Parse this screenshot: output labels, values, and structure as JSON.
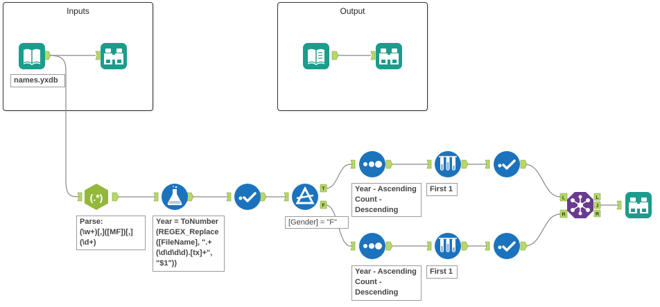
{
  "containers": {
    "inputs": {
      "title": "Inputs"
    },
    "output": {
      "title": "Output"
    }
  },
  "tools": {
    "input_data": {
      "icon": "book-icon",
      "color": "#1c9c8c"
    },
    "browse_inputs": {
      "icon": "binoculars-icon",
      "color": "#1c9c8c"
    },
    "dynamic_input": {
      "icon": "open-book-icon",
      "color": "#1c9c8c"
    },
    "browse_output": {
      "icon": "binoculars-icon",
      "color": "#1c9c8c"
    },
    "regex": {
      "icon": "regex-icon",
      "color": "#93b83a"
    },
    "formula": {
      "icon": "flask-icon",
      "color": "#1c73bd"
    },
    "select_1": {
      "icon": "check-icon",
      "color": "#1c73bd"
    },
    "filter": {
      "icon": "filter-icon",
      "color": "#1c73bd"
    },
    "sort_top": {
      "icon": "dots-icon",
      "color": "#1c73bd"
    },
    "sample_top": {
      "icon": "test-tubes-icon",
      "color": "#1c73bd"
    },
    "select_top": {
      "icon": "check-icon",
      "color": "#1c73bd"
    },
    "sort_bottom": {
      "icon": "dots-icon",
      "color": "#1c73bd"
    },
    "sample_bottom": {
      "icon": "test-tubes-icon",
      "color": "#1c73bd"
    },
    "select_bottom": {
      "icon": "check-icon",
      "color": "#1c73bd"
    },
    "join": {
      "icon": "join-icon",
      "color": "#6a3a8f"
    },
    "browse_final": {
      "icon": "binoculars-icon",
      "color": "#1c9c8c"
    }
  },
  "annotations": {
    "input_file": "names.yxdb",
    "regex_parse": "Parse:\n(\\w+)[,]([MF])[,]\n(\\d+)",
    "formula_expr": "Year = ToNumber\n(REGEX_Replace\n([FileName], \".+\n(\\d\\d\\d\\d).[tx]+\",\n\"$1\"))",
    "filter_expr": "[Gender] = \"F\"",
    "sort_top": "Year - Ascending\nCount -\nDescending",
    "sample_top": "First 1",
    "sort_bottom": "Year - Ascending\nCount -\nDescending",
    "sample_bottom": "First 1"
  },
  "anchors": {
    "filter_true": "T",
    "filter_false": "F",
    "join_left_in": "L",
    "join_right_in": "R",
    "join_left_out": "L",
    "join_join_out": "J",
    "join_right_out": "R"
  },
  "colors": {
    "anchor": "#b8d86a",
    "wire": "#888888",
    "teal": "#1c9c8c",
    "blue": "#1c73bd",
    "green": "#93b83a",
    "purple": "#6a3a8f"
  }
}
